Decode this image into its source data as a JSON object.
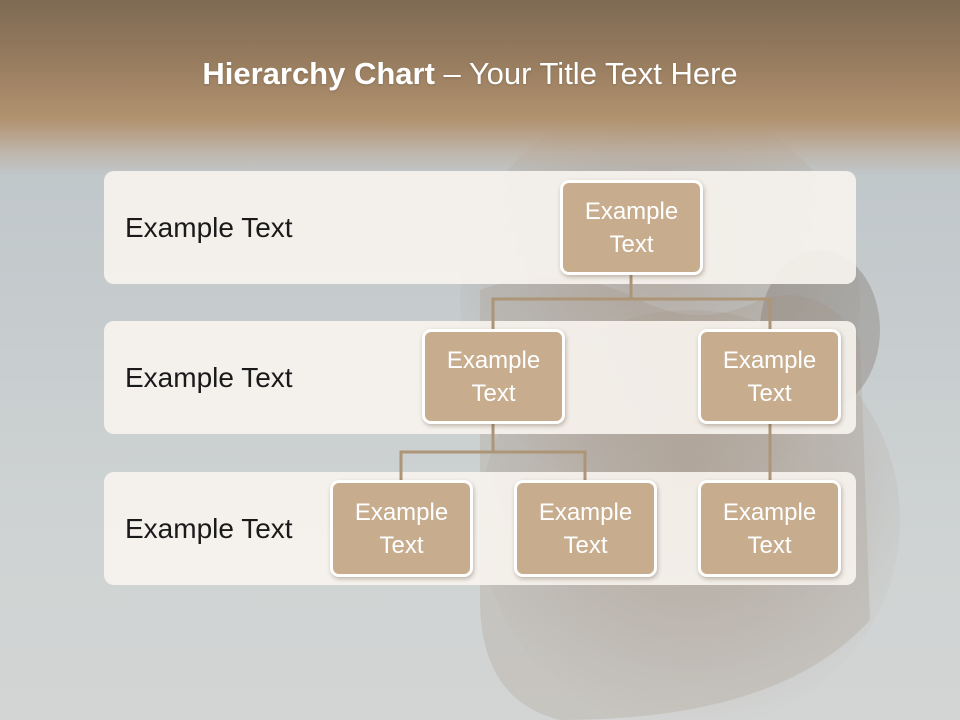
{
  "slide": {
    "title_bold": "Hierarchy Chart",
    "title_rest": " – Your Title Text Here"
  },
  "levels": [
    {
      "label": "Example Text"
    },
    {
      "label": "Example Text"
    },
    {
      "label": "Example Text"
    }
  ],
  "nodes": {
    "root": "Example\nText",
    "left": "Example\nText",
    "right": "Example\nText",
    "left_child_1": "Example\nText",
    "left_child_2": "Example\nText",
    "right_child": "Example\nText"
  },
  "colors": {
    "node_fill": "#c7ad8e",
    "node_border": "#ffffff",
    "connector": "#ad9577",
    "band_fill": "#f8f4ee",
    "title_band": "#977c5f"
  }
}
